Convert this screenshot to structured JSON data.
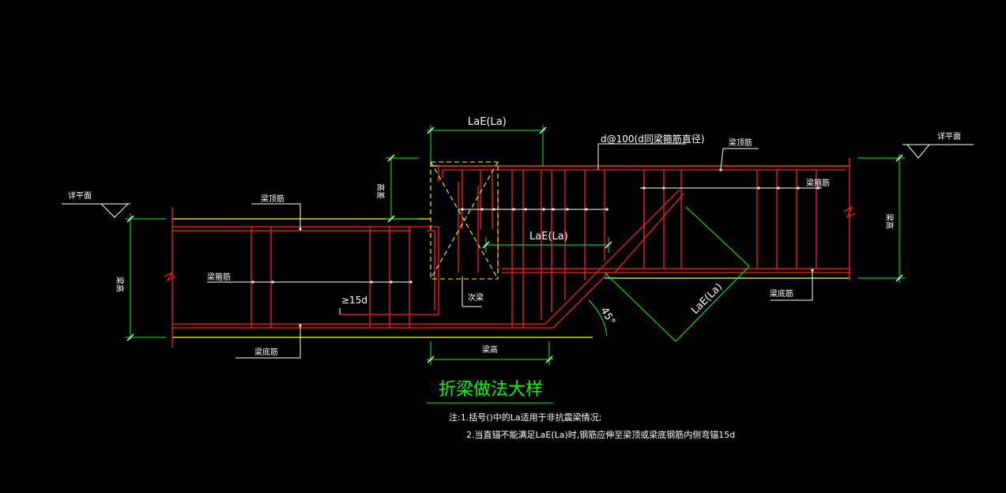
{
  "colors": {
    "background": "#000000",
    "rebar": "#ff2020",
    "dimension": "#00ff00",
    "beam_outline": "#ffff00",
    "stirrup_zone": "#ffff00",
    "leader": "#ffffff",
    "text": "#ffffff",
    "title": "#00ff00"
  },
  "labels": {
    "lae_top": "LaE(La)",
    "lae_mid": "LaE(La)",
    "lae_diag": "LaE(La)",
    "stirrup_note": "d@100(d同梁箍筋直径)",
    "top_bar_left": "梁顶筋",
    "top_bar_right": "梁顶筋",
    "stirrup_left": "梁箍筋",
    "stirrup_right": "梁箍筋",
    "bottom_bar_left": "梁底筋",
    "bottom_bar_right": "梁底筋",
    "beam_width": "梁高",
    "beam_height_left": "梁高",
    "beam_height_right": "梁高",
    "height_diff": "高差",
    "anchor_15d": "≥15d",
    "secondary_beam": "次梁",
    "angle": "45°",
    "level_left": "详平面",
    "level_right": "详平面"
  },
  "title": "折梁做法大样",
  "notes": {
    "line1": "注:1.括号()中的La适用于非抗震梁情况;",
    "line2": "2.当直锚不能满足LaE(La)时,钢筋应伸至梁顶或梁底钢筋内侧弯锚15d"
  }
}
